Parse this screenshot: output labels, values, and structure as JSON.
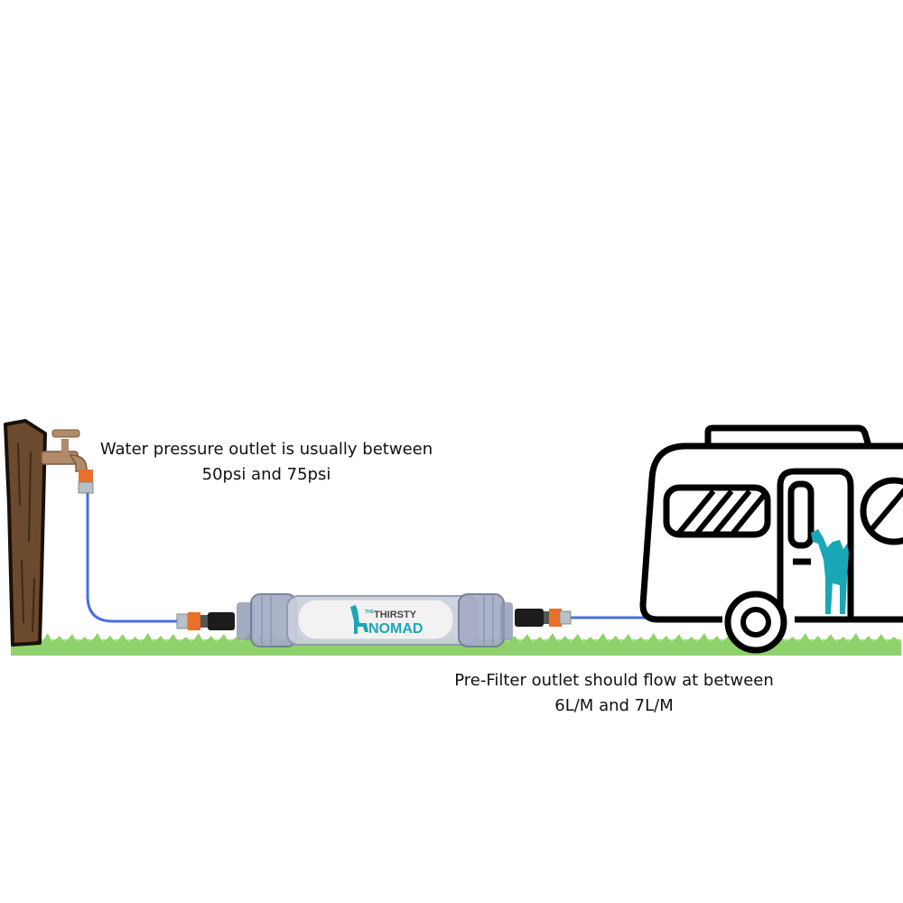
{
  "captions": {
    "pressure_line1": "Water pressure outlet is usually between",
    "pressure_line2": "50psi and 75psi",
    "flow_line1": "Pre-Filter outlet  should flow at between",
    "flow_line2": "6L/M and 7L/M"
  },
  "filter_logo": {
    "small_text": "THE",
    "line1": "THIRSTY",
    "line2": "NOMAD"
  },
  "colors": {
    "hose": "#4a6fe0",
    "grass": "#8fd16a",
    "post": "#6b4a2e",
    "tap": "#b08a6a",
    "fitting_orange": "#e8702a",
    "brand_teal": "#1aa7b5",
    "caravan_outline": "#000000"
  }
}
